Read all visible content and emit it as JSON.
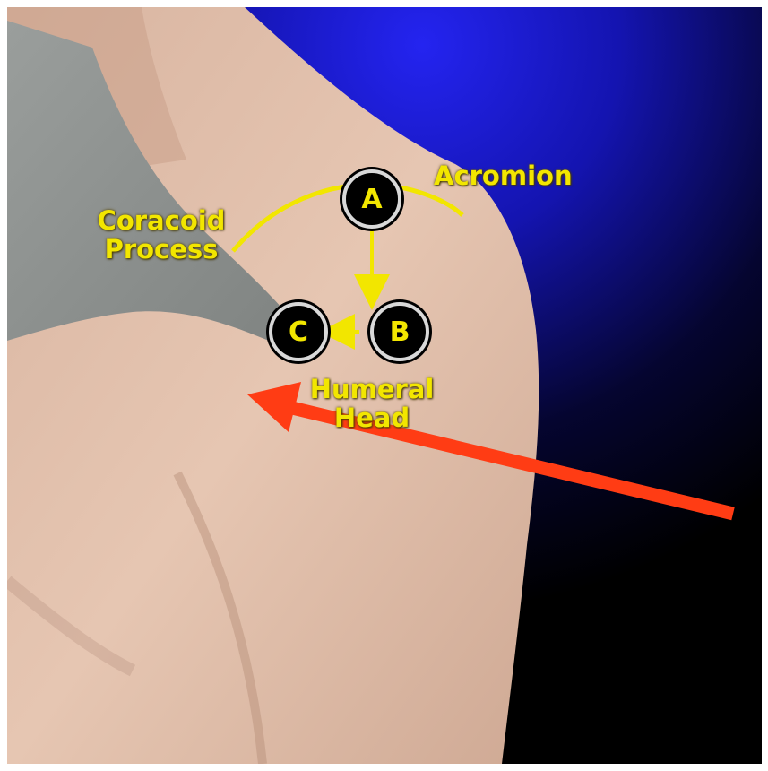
{
  "labels": {
    "acromion": "Acromion",
    "coracoid_line1": "Coracoid",
    "coracoid_line2": "Process",
    "humeral_line1": "Humeral",
    "humeral_line2": "Head"
  },
  "markers": {
    "a": "A",
    "b": "B",
    "c": "C"
  },
  "colors": {
    "label_yellow": "#f2e600",
    "pointer_red": "#ff3c14",
    "background_blue": "#1a1adc",
    "probe_gray": "#8f9391",
    "skin": "#e3c2ae"
  }
}
